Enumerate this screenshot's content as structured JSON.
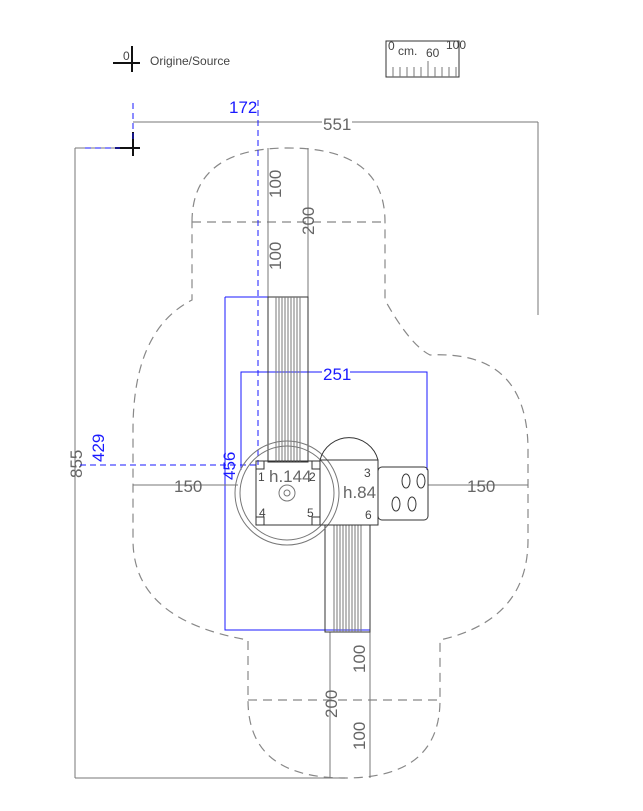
{
  "legend": {
    "origin_label": "Origine/Source",
    "origin_symbol": "0"
  },
  "scale_bar": {
    "unit": "cm.",
    "start": "0",
    "mid": "60",
    "end": "100"
  },
  "dimensions": {
    "overall_width": "551",
    "overall_length": "855",
    "origin_x": "172",
    "origin_y": "429",
    "equipment_width": "251",
    "equipment_length": "456",
    "top_clear_1": "100",
    "top_clear_2": "200",
    "top_clear_3": "100",
    "left_clear": "150",
    "right_clear": "150",
    "bottom_clear_1": "100",
    "bottom_clear_2": "200",
    "bottom_clear_3": "100"
  },
  "tower_main": {
    "height_label": "h.144",
    "posts": [
      "1",
      "2",
      "4",
      "5"
    ]
  },
  "tower_second": {
    "height_label": "h.84",
    "posts": [
      "3",
      "6"
    ]
  },
  "colors": {
    "dimension_blue": "#1a1aff",
    "line_gray": "#777777"
  }
}
